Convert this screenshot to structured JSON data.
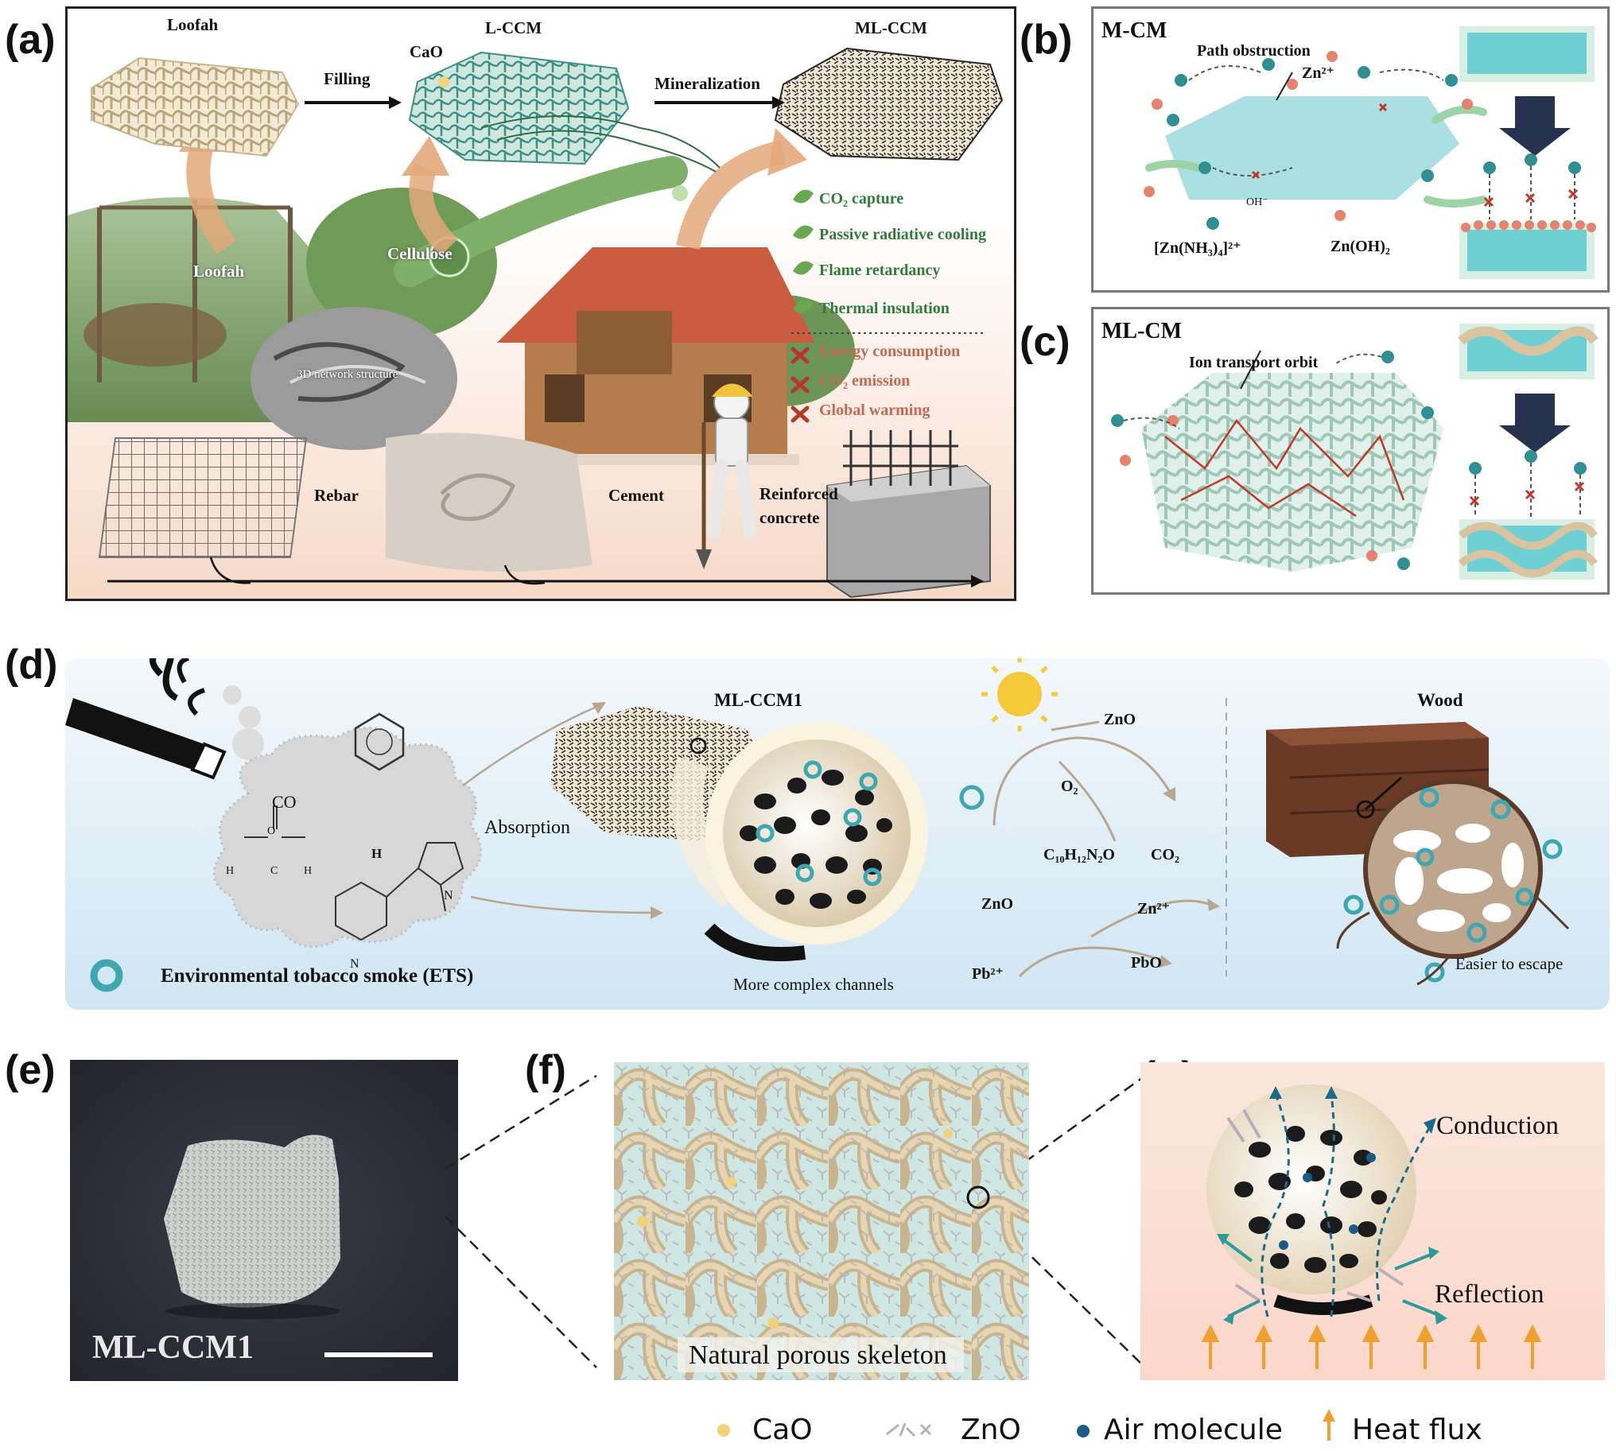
{
  "panels": {
    "a": {
      "letter": "(a)",
      "loofah_title": "Loofah",
      "lccm_title": "L-CCM",
      "mlccm_title": "ML-CCM",
      "cao": "CaO",
      "filling": "Filling",
      "mineralization": "Mineralization",
      "cellulose": "Cellulose",
      "loofah_plant": "Loofah",
      "network": "3D network structure",
      "rebar": "Rebar",
      "cement": "Cement",
      "reinforced_1": "Reinforced",
      "reinforced_2": "concrete",
      "benefits": [
        "CO₂ capture",
        "Passive radiative cooling",
        "Flame retardancy",
        "Thermal insulation"
      ],
      "harms": [
        "Energy consumption",
        "CO₂ emission",
        "Global warming"
      ]
    },
    "b": {
      "letter": "(b)",
      "title": "M-CM",
      "path": "Path obstruction",
      "zn": "Zn²⁺",
      "oh": "OH⁻",
      "complex": "[Zn(NH₃)₄]²⁺",
      "hydroxide": "Zn(OH)₂"
    },
    "c": {
      "letter": "(c)",
      "title": "ML-CM",
      "orbit": "Ion transport orbit"
    },
    "d": {
      "letter": "(d)",
      "mlccm1": "ML-CCM1",
      "wood": "Wood",
      "co": "CO",
      "absorption": "Absorption",
      "zno_top": "ZnO",
      "o2": "O₂",
      "nicotine": "C₁₀H₁₂N₂O",
      "co2": "CO₂",
      "zno_mid": "ZnO",
      "zn2": "Zn²⁺",
      "pb2": "Pb²⁺",
      "pbo": "PbO",
      "ets": "Environmental tobacco smoke (ETS)",
      "channels": "More complex channels",
      "escape": "Easier to escape",
      "formaldehyde_o": "O",
      "formaldehyde_h1": "H",
      "formaldehyde_c": "C",
      "formaldehyde_h2": "H",
      "nic_h": "H",
      "nic_n1": "N",
      "nic_n2": "N"
    },
    "e": {
      "letter": "(e)",
      "sample": "ML-CCM1"
    },
    "f": {
      "letter": "(f)",
      "skeleton": "Natural porous skeleton"
    },
    "g": {
      "letter": "(g)",
      "conduction": "Conduction",
      "reflection": "Reflection"
    }
  },
  "legend": {
    "cao": "CaO",
    "zno": "ZnO",
    "air": "Air molecule",
    "heat": "Heat flux"
  },
  "colors": {
    "teal": "#3fa7b0",
    "beige": "#e9d6b2",
    "green_text": "#2f7d3a",
    "red_text": "#c26a55",
    "heat_arrow": "#f0a030"
  }
}
